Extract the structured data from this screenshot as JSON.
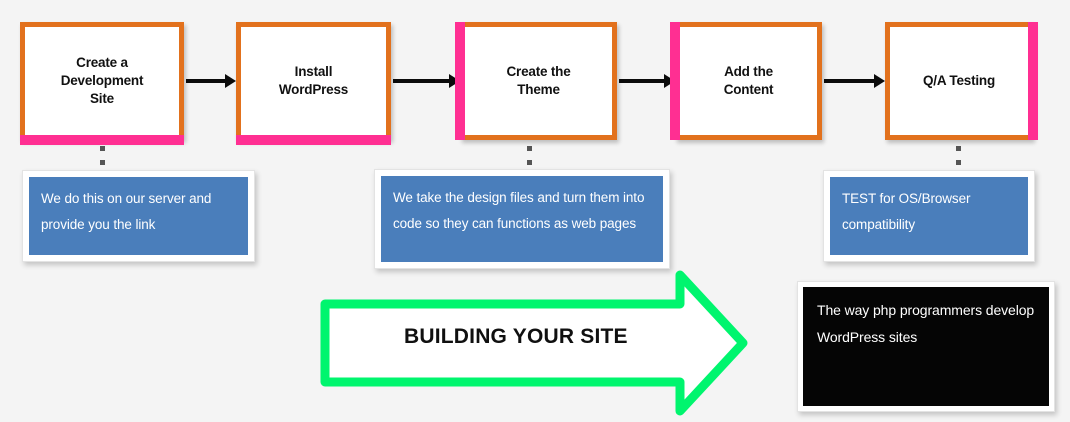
{
  "diagram": {
    "title": "Building Your Site process flow",
    "background_color": "#f4f4f4",
    "accent_orange": "#e2711d",
    "accent_magenta": "#ff2f92",
    "note_blue": "#4a7ebb",
    "note_black": "#050505",
    "arrow_green": "#00f56e"
  },
  "steps": [
    {
      "id": "create-development-site",
      "label": "Create a\nDevelopment\nSite"
    },
    {
      "id": "install-wordpress",
      "label": "Install\nWordPress"
    },
    {
      "id": "create-the-theme",
      "label": "Create the\nTheme"
    },
    {
      "id": "add-the-content",
      "label": "Add the\nContent"
    },
    {
      "id": "qa-testing",
      "label": "Q/A Testing"
    }
  ],
  "notes": [
    {
      "id": "note-development-site",
      "text": "We do this on our server and provide you the link"
    },
    {
      "id": "note-create-theme",
      "text": "We take the design files and turn them into code so they can functions as web pages"
    },
    {
      "id": "note-qa-testing",
      "text": "TEST for OS/Browser compatibility"
    }
  ],
  "banner": {
    "label": "BUILDING YOUR SITE"
  },
  "dark_note": {
    "text": "The way php programmers develop WordPress sites"
  }
}
